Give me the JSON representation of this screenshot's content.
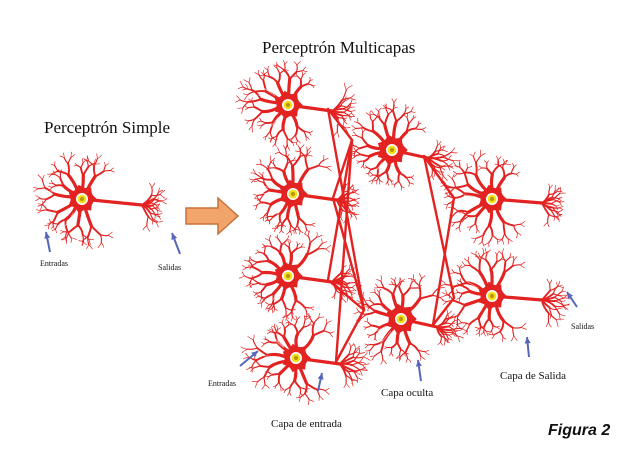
{
  "titles": {
    "simple": "Perceptrón Simple",
    "multi": "Perceptrón Multicapas"
  },
  "labels": {
    "entradas_simple": "Entradas",
    "salidas_simple": "Salidas",
    "entradas_multi": "Entradas",
    "salidas_multi": "Salidas",
    "capa_entrada": "Capa de entrada",
    "capa_oculta": "Capa oculta",
    "capa_salida": "Capa de Salida"
  },
  "caption": "Figura 2",
  "colors": {
    "neuron": "#e32222",
    "nucleus": "#f3e21b",
    "nucleus_ring": "#ffffff",
    "pointer_arrow": "#5866b8",
    "block_arrow_fill": "#f2a56a",
    "block_arrow_stroke": "#c9713a",
    "dendrite_white": "#ffffff"
  }
}
